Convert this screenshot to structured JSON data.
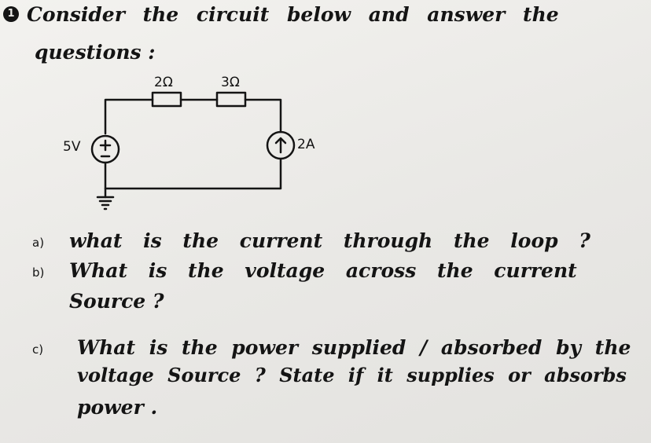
{
  "question": {
    "number": "1",
    "intro_line1": "Consider the circuit below and answer the",
    "intro_line2": "questions :"
  },
  "circuit": {
    "r1_label": "2Ω",
    "r2_label": "3Ω",
    "voltage_source_label": "5V",
    "current_source_label": "2A",
    "plus_sign": "+",
    "minus_sign": "−",
    "arrow_glyph": "↑"
  },
  "parts": {
    "a_label": "a)",
    "a_text": "what is the current through the loop ?",
    "b_label": "b)",
    "b_line1": "What is the voltage across the current",
    "b_line2": "Source ?",
    "c_label": "c)",
    "c_line1": "What is the power supplied / absorbed by the",
    "c_line2": "voltage Source ? State if it supplies or absorbs",
    "c_line3": "power ."
  },
  "colors": {
    "ink": "#141414",
    "paper": "#ecebe8"
  }
}
